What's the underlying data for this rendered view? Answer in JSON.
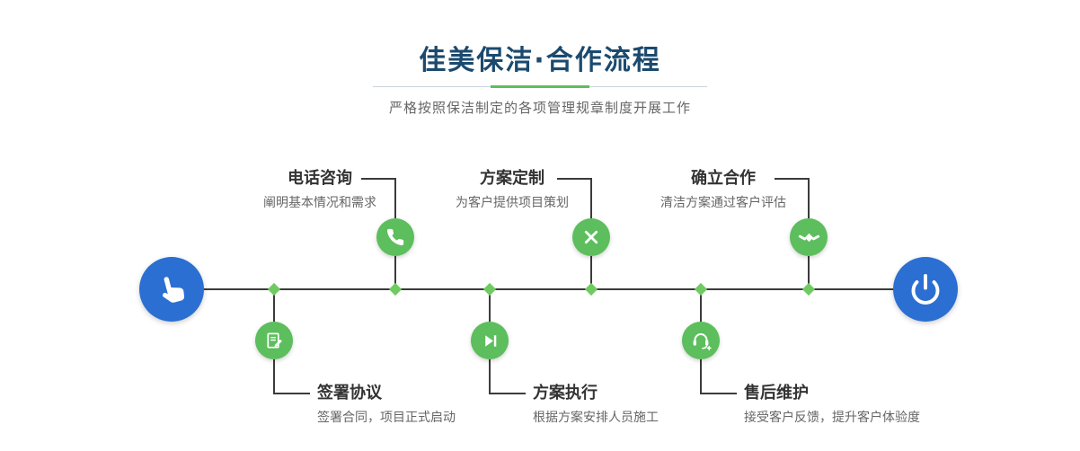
{
  "header": {
    "title": "佳美保洁·合作流程",
    "subtitle": "严格按照保洁制定的各项管理规章制度开展工作"
  },
  "steps_top": [
    {
      "title": "电话咨询",
      "desc": "阐明基本情况和需求",
      "icon": "phone-call-icon"
    },
    {
      "title": "方案定制",
      "desc": "为客户提供项目策划",
      "icon": "pen-design-icon"
    },
    {
      "title": "确立合作",
      "desc": "清洁方案通过客户评估",
      "icon": "handshake-icon"
    }
  ],
  "steps_bottom": [
    {
      "title": "签署协议",
      "desc": "签署合同，项目正式启动",
      "icon": "contract-sign-icon"
    },
    {
      "title": "方案执行",
      "desc": "根据方案安排人员施工",
      "icon": "play-next-icon"
    },
    {
      "title": "售后维护",
      "desc": "接受客户反馈，提升客户体验度",
      "icon": "headset-support-icon"
    }
  ],
  "endpoints": {
    "start_icon": "hand-pointer-icon",
    "end_icon": "power-icon"
  },
  "colors": {
    "title": "#1B4A6E",
    "accent-green": "#5CBE5C",
    "diamond-green": "#6FCA62",
    "accent-blue": "#2B6FD3",
    "line": "#3B3B3B",
    "text-dark": "#333333",
    "text-muted": "#666666",
    "divider-gray": "#C9D2D8"
  }
}
